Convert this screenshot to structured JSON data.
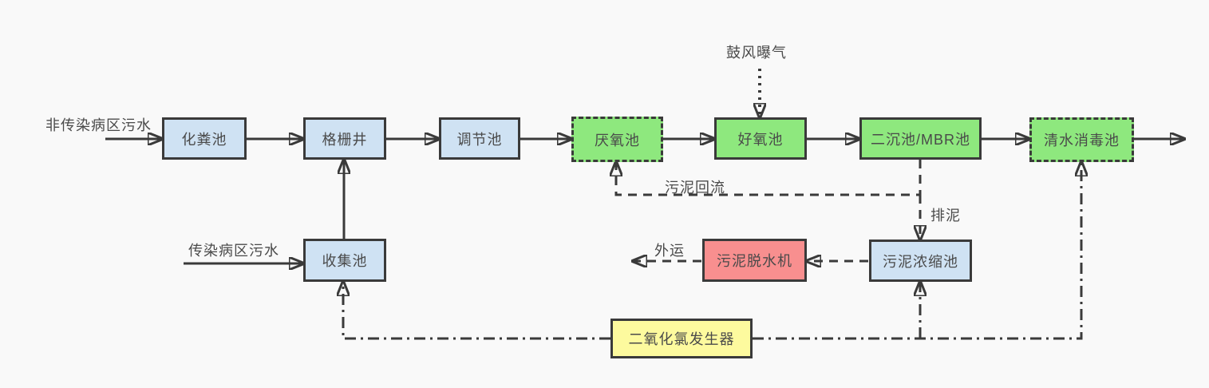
{
  "diagram": {
    "colors": {
      "background": "#f9f9f9",
      "line": "#3a3a3a",
      "text": "#4a4a4a",
      "blue_fill": "#cfe2f3",
      "green_fill": "#8ee87e",
      "red_fill": "#f88f8f",
      "yellow_fill": "#fdfa9e"
    },
    "nodes": {
      "septic_tank": {
        "label": "化粪池",
        "fill": "blue",
        "border": "solid"
      },
      "grille_well": {
        "label": "格栅井",
        "fill": "blue",
        "border": "solid"
      },
      "regulating_tank": {
        "label": "调节池",
        "fill": "blue",
        "border": "solid"
      },
      "anaerobic_tank": {
        "label": "厌氧池",
        "fill": "green",
        "border": "dashed"
      },
      "aerobic_tank": {
        "label": "好氧池",
        "fill": "green",
        "border": "solid"
      },
      "secondary_sedimentation_mbr_tank": {
        "label": "二沉池/MBR池",
        "fill": "green",
        "border": "solid"
      },
      "clear_water_disinfection_tank": {
        "label": "清水消毒池",
        "fill": "green",
        "border": "dashed"
      },
      "collection_tank": {
        "label": "收集池",
        "fill": "blue",
        "border": "solid"
      },
      "sludge_dewatering_machine": {
        "label": "污泥脱水机",
        "fill": "red",
        "border": "solid"
      },
      "sludge_thickening_tank": {
        "label": "污泥浓缩池",
        "fill": "blue",
        "border": "solid"
      },
      "chlorine_dioxide_generator": {
        "label": "二氧化氯发生器",
        "fill": "yellow",
        "border": "solid"
      }
    },
    "labels": {
      "non_infectious_inflow": "非传染病区污水",
      "infectious_inflow": "传染病区污水",
      "blast_aeration": "鼓风曝气",
      "sludge_return": "污泥回流",
      "sludge_discharge": "排泥",
      "outbound_transport": "外运"
    },
    "edges": [
      {
        "from": "non_infectious_inflow",
        "to": "septic_tank",
        "style": "solid"
      },
      {
        "from": "septic_tank",
        "to": "grille_well",
        "style": "solid"
      },
      {
        "from": "grille_well",
        "to": "regulating_tank",
        "style": "solid"
      },
      {
        "from": "regulating_tank",
        "to": "anaerobic_tank",
        "style": "solid"
      },
      {
        "from": "anaerobic_tank",
        "to": "aerobic_tank",
        "style": "solid"
      },
      {
        "from": "aerobic_tank",
        "to": "secondary_sedimentation_mbr_tank",
        "style": "solid"
      },
      {
        "from": "secondary_sedimentation_mbr_tank",
        "to": "clear_water_disinfection_tank",
        "style": "solid"
      },
      {
        "from": "clear_water_disinfection_tank",
        "to": "outflow",
        "style": "solid"
      },
      {
        "from": "infectious_inflow",
        "to": "collection_tank",
        "style": "solid"
      },
      {
        "from": "collection_tank",
        "to": "grille_well",
        "style": "solid"
      },
      {
        "from": "blast_aeration",
        "to": "aerobic_tank",
        "style": "dotted"
      },
      {
        "from": "secondary_sedimentation_mbr_tank",
        "to": "anaerobic_tank",
        "style": "dashed",
        "label": "污泥回流"
      },
      {
        "from": "secondary_sedimentation_mbr_tank",
        "to": "sludge_thickening_tank",
        "style": "dashed",
        "label": "排泥"
      },
      {
        "from": "sludge_thickening_tank",
        "to": "sludge_dewatering_machine",
        "style": "dashed"
      },
      {
        "from": "sludge_dewatering_machine",
        "to": "outbound_transport",
        "style": "dashed",
        "label": "外运"
      },
      {
        "from": "chlorine_dioxide_generator",
        "to": "collection_tank",
        "style": "dashdot"
      },
      {
        "from": "chlorine_dioxide_generator",
        "to": "sludge_thickening_tank",
        "style": "dashdot"
      },
      {
        "from": "chlorine_dioxide_generator",
        "to": "clear_water_disinfection_tank",
        "style": "dashdot"
      }
    ]
  }
}
